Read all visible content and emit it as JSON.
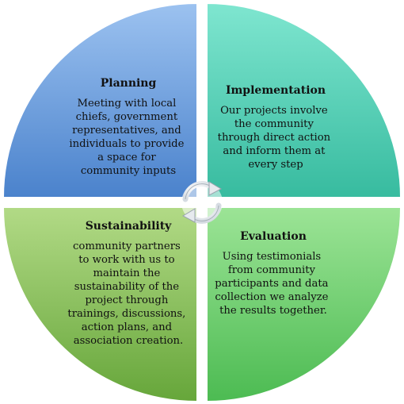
{
  "quadrants": [
    {
      "key": "planning",
      "title": "Planning",
      "lines": [
        "Meeting with local",
        "chiefs, government",
        "representatives, and",
        "individuals to provide",
        "a space for",
        "community inputs"
      ],
      "color_light": "#8fb8ec",
      "color_dark": "#4f86cf"
    },
    {
      "key": "implementation",
      "title": "Implementation",
      "lines": [
        "Our projects involve",
        "the community",
        "through direct action",
        "and inform them at",
        "every step"
      ],
      "color_light": "#6fe0c9",
      "color_dark": "#3bbfa3"
    },
    {
      "key": "sustainability",
      "title": "Sustainability",
      "lines": [
        "community partners",
        "to work with us to",
        "maintain the",
        "sustainability of the",
        "project through",
        "trainings, discussions,",
        "action plans, and",
        "association creation."
      ],
      "color_light": "#a8d47a",
      "color_dark": "#6eaa3f"
    },
    {
      "key": "evaluation",
      "title": "Evaluation",
      "lines": [
        "Using testimonials",
        "from community",
        "participants and data",
        "collection we analyze",
        "the results together."
      ],
      "color_light": "#8ee08a",
      "color_dark": "#52bf57"
    }
  ],
  "center_icon": "cycle-arrows-icon"
}
